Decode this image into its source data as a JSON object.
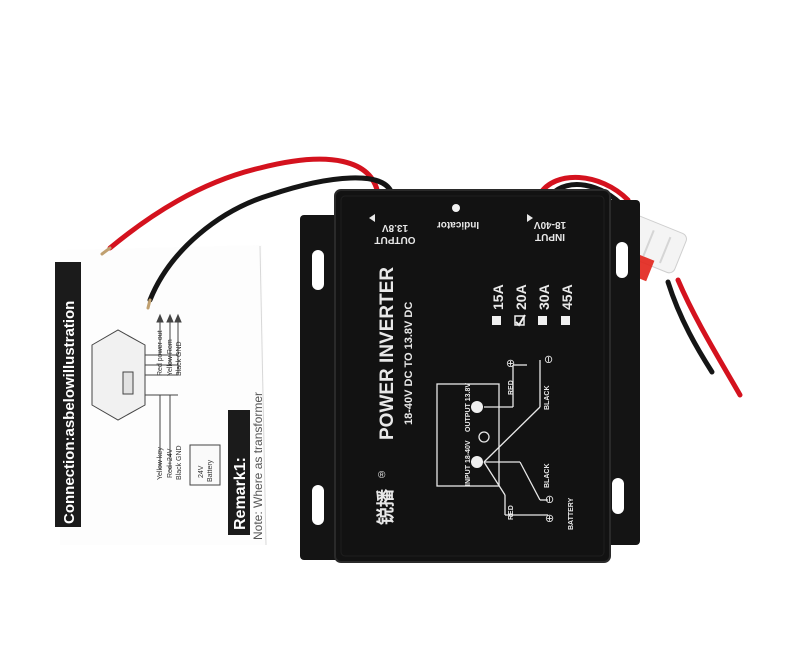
{
  "manual": {
    "banner_text": "Connection:asbelowillustration",
    "remark_title": "Remark1:",
    "note_text": "Note: Where as transformer",
    "diagram_labels": {
      "red_power_out": "Red power out",
      "yellow_rem": "Yellow Rem",
      "black_gnd_top": "Black GND",
      "yellow_key": "Yellow key",
      "red_24v": "Red+24V",
      "black_gnd_bottom": "Black GND",
      "battery_24v": "24V",
      "battery": "Battery"
    }
  },
  "device": {
    "output_label": "OUTPUT",
    "output_voltage": "13.8V",
    "indicator_label": "Indicator",
    "input_label": "INPUT",
    "input_voltage": "18-40V",
    "title": "POWER INVERTER",
    "subtitle": "18-40V DC TO 13.8V DC",
    "brand": "锐播",
    "registered": "®",
    "current_options": [
      {
        "label": "15A",
        "checked": false
      },
      {
        "label": "20A",
        "checked": true
      },
      {
        "label": "30A",
        "checked": false
      },
      {
        "label": "45A",
        "checked": false
      }
    ],
    "schematic": {
      "output_box": "OUTPUT 13.8V",
      "input_box": "INPUT 18-40V",
      "red_top": "RED",
      "black_top": "BLACK",
      "black_bottom": "BLACK",
      "red_bottom": "RED",
      "battery": "BATTERY",
      "plus": "⊕",
      "minus": "⊖"
    }
  },
  "colors": {
    "device_body": "#121212",
    "device_edge": "#2a2a2a",
    "print_white": "#e8e8e8",
    "wire_red": "#d4121e",
    "wire_black": "#151515",
    "fuse_holder": "#f4f4f4",
    "fuse_red": "#e2231a",
    "paper": "#fbfbfb",
    "manual_ink": "#2b2b2b"
  }
}
